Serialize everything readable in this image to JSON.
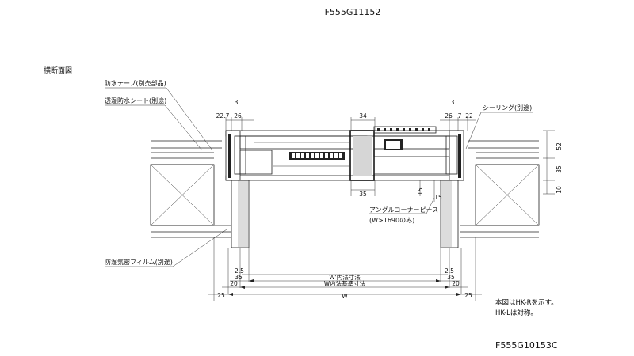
{
  "header": {
    "code_top": "F555G11152"
  },
  "section_title": "横断面図",
  "callouts": {
    "waterproof_tape": "防水テープ(別売部品)",
    "breathable_sheet": "透湿防水シート(別途)",
    "sealing": "シーリング(別途)",
    "vapor_film": "防湿気密フィルム(別途)",
    "angle_corner": "アングルコーナーピース",
    "angle_corner_cond": "(W>1690のみ)"
  },
  "dims": {
    "top_left": [
      "3",
      "22.7",
      "26"
    ],
    "top_mid": "34",
    "top_right": [
      "3",
      "26",
      "7",
      "22"
    ],
    "right_vertical": [
      "52",
      "35",
      "10"
    ],
    "mid_35": "35",
    "mid_15a": "15",
    "mid_15b": "15",
    "row1_left": "2.5",
    "row1_right": "2.5",
    "row2_left": "35",
    "row2_right": "35",
    "row2_center": "W'内法寸法",
    "row3_left": "20",
    "row3_right": "20",
    "row3_center": "W内法基準寸法",
    "row4_left": "25",
    "row4_right": "25",
    "row4_center": "W"
  },
  "notes": [
    "本図はHK-Rを示す。",
    "HK-Lは対称。"
  ],
  "footer": {
    "code_bottom": "F555G10153C"
  }
}
